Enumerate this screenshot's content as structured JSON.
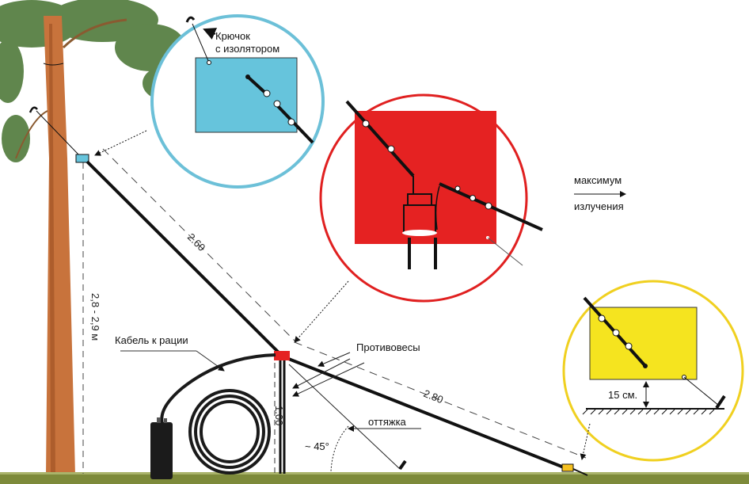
{
  "labels": {
    "hook_line1": "Крючок",
    "hook_line2": "с изолятором",
    "max_line1": "максимум",
    "max_line2": "излучения",
    "cable": "Кабель к рации",
    "counterpoises": "Противовесы",
    "guy": "оттяжка",
    "angle": "~ 45°",
    "height": "2,8 - 2,9 м",
    "len_upper": "2.60",
    "len_lower": "2.80",
    "len_vertical": "1.00",
    "clearance": "15 см."
  },
  "colors": {
    "blue": "#66c4dc",
    "red": "#e52222",
    "yellow": "#f5e41f",
    "ground": "#7d8a3a",
    "trunk": "#c8733c"
  }
}
